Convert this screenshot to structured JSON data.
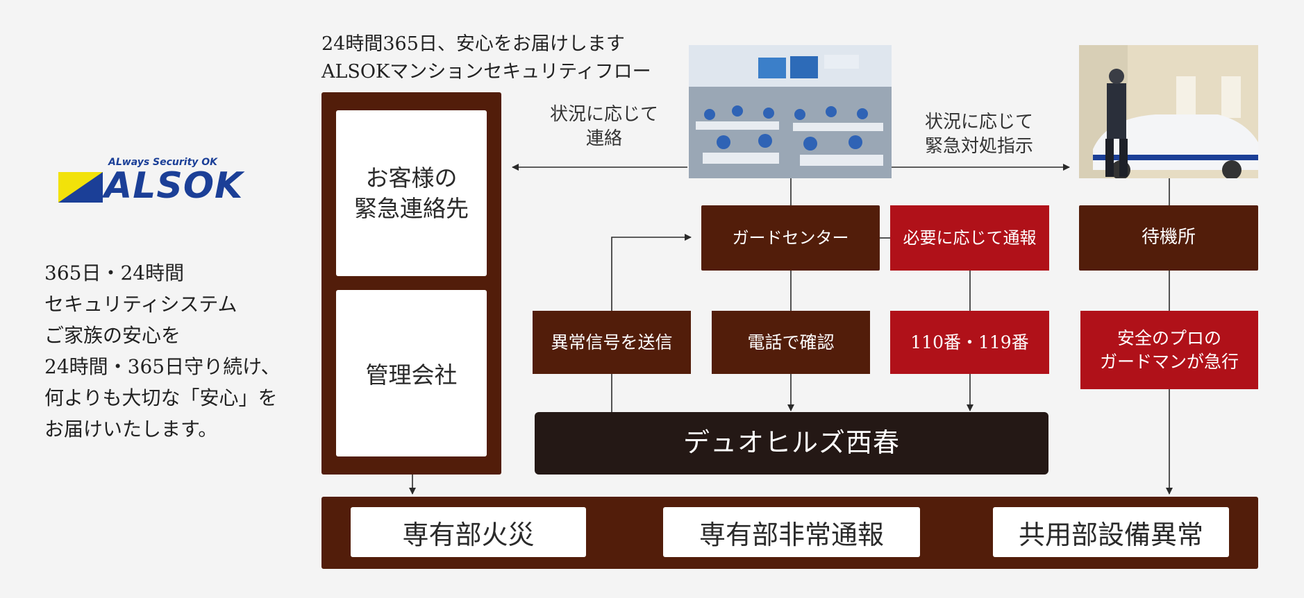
{
  "logo": {
    "tagline": "ALways Security OK",
    "name": "ALSOK"
  },
  "description": [
    "365日・24時間",
    "セキュリティシステム",
    "ご家族の安心を",
    "24時間・365日守り続け、",
    "何よりも大切な「安心」を",
    "お届けいたします。"
  ],
  "heading": {
    "line1": "24時間365日、安心をお届けします",
    "line2": "ALSOKマンションセキュリティフロー"
  },
  "left_panel": {
    "contact": [
      "お客様の",
      "緊急連絡先"
    ],
    "management": "管理会社"
  },
  "labels": {
    "contact_note": [
      "状況に応じて",
      "連絡"
    ],
    "dispatch_note": [
      "状況に応じて",
      "緊急対処指示"
    ]
  },
  "nodes": {
    "guard_center": "ガードセンター",
    "report_if_needed": "必要に応じて通報",
    "standby": "待機所",
    "send_signal": "異常信号を送信",
    "phone_confirm": "電話で確認",
    "emergency_numbers": "110番・119番",
    "guard_rush": [
      "安全のプロの",
      "ガードマンが急行"
    ],
    "building": "デュオヒルズ西春"
  },
  "events": [
    "専有部火災",
    "専有部非常通報",
    "共用部設備異常"
  ],
  "colors": {
    "brown": "#521d0a",
    "red": "#b01119",
    "dark": "#241815",
    "logo_blue": "#1b3f97",
    "logo_yellow": "#f2e20a"
  }
}
